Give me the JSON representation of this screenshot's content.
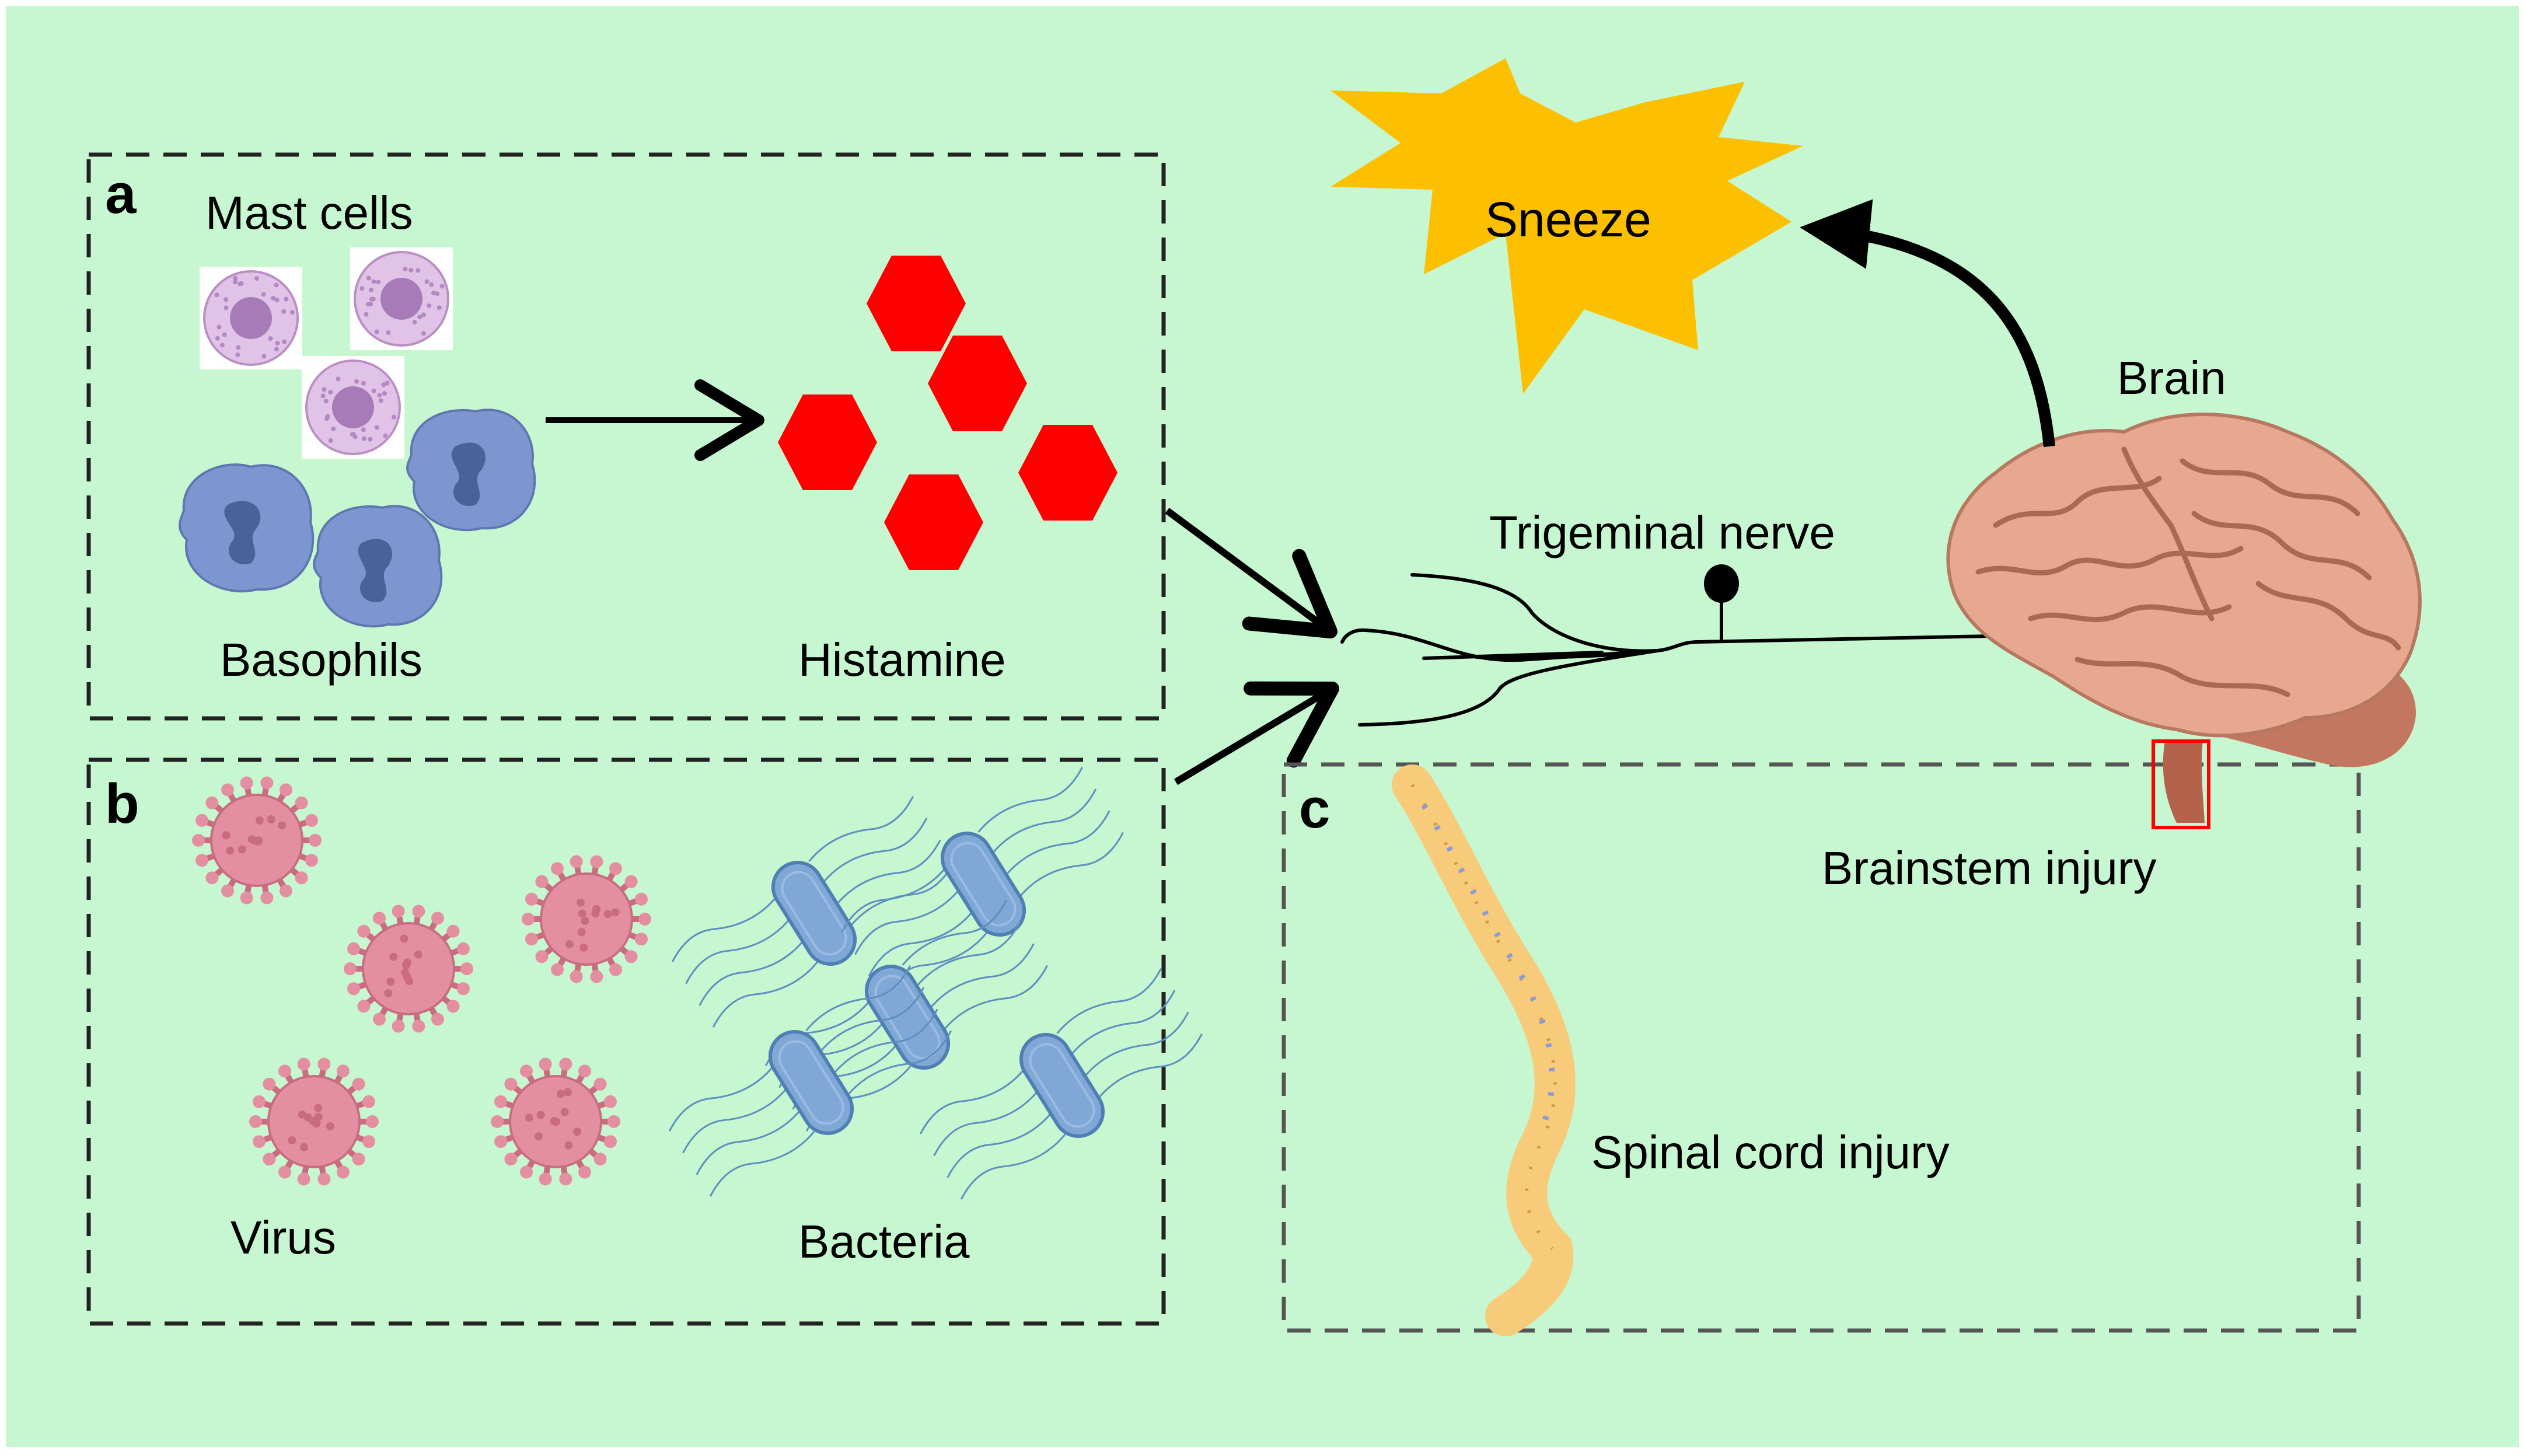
{
  "colors": {
    "background": "#c6f7d0",
    "histamine": "#ff0000",
    "sneeze_burst": "#fcc000",
    "mast_cell": "#e2c3e8",
    "basophil": "#7e96cf",
    "virus": "#e48fa1",
    "bacteria": "#80a8d6",
    "spine": "#f7cb7a",
    "brain": "#e6a98f",
    "highlight_box": "#ff0000"
  },
  "panel_a": {
    "letter": "a",
    "mast_cells_label": "Mast cells",
    "basophils_label": "Basophils",
    "histamine_label": "Histamine"
  },
  "panel_b": {
    "letter": "b",
    "virus_label": "Virus",
    "bacteria_label": "Bacteria"
  },
  "panel_c": {
    "letter": "c",
    "spinal_label": "Spinal cord injury",
    "brainstem_label": "Brainstem injury"
  },
  "nerve_label": "Trigeminal nerve",
  "brain_label": "Brain",
  "sneeze_label": "Sneeze",
  "icons": [
    "mast-cell-icon",
    "basophil-icon",
    "histamine-hexagon-icon",
    "virus-icon",
    "bacteria-icon",
    "spine-icon",
    "brain-icon",
    "sneeze-burst-icon"
  ]
}
